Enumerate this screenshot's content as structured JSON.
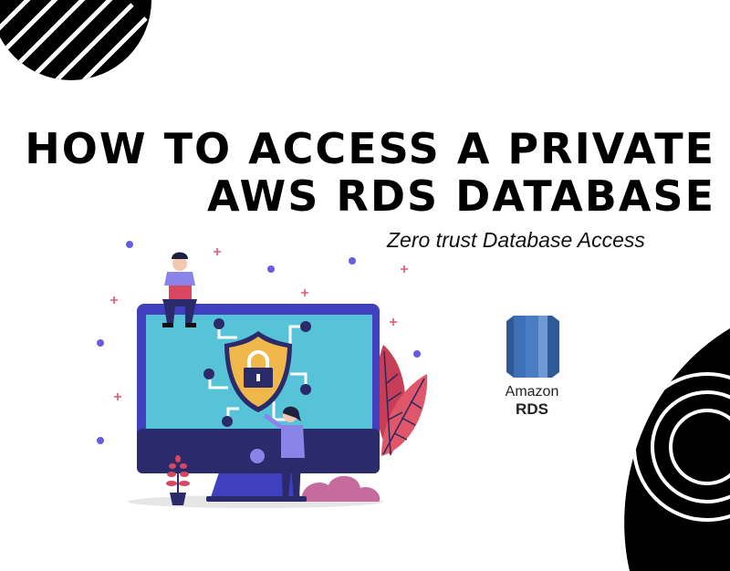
{
  "title": {
    "line1": "HOW TO ACCESS A PRIVATE",
    "line2": "AWS RDS DATABASE"
  },
  "subtitle": "Zero trust Database Access",
  "logo": {
    "brand": "Amazon",
    "product": "RDS"
  },
  "colors": {
    "screen": "#56c3d9",
    "frame": "#3f3fbf",
    "bezel": "#2b2a6b",
    "shield": "#f0b84a",
    "leaf": "#d8475f",
    "rds_blue": "#3f6fb5"
  }
}
